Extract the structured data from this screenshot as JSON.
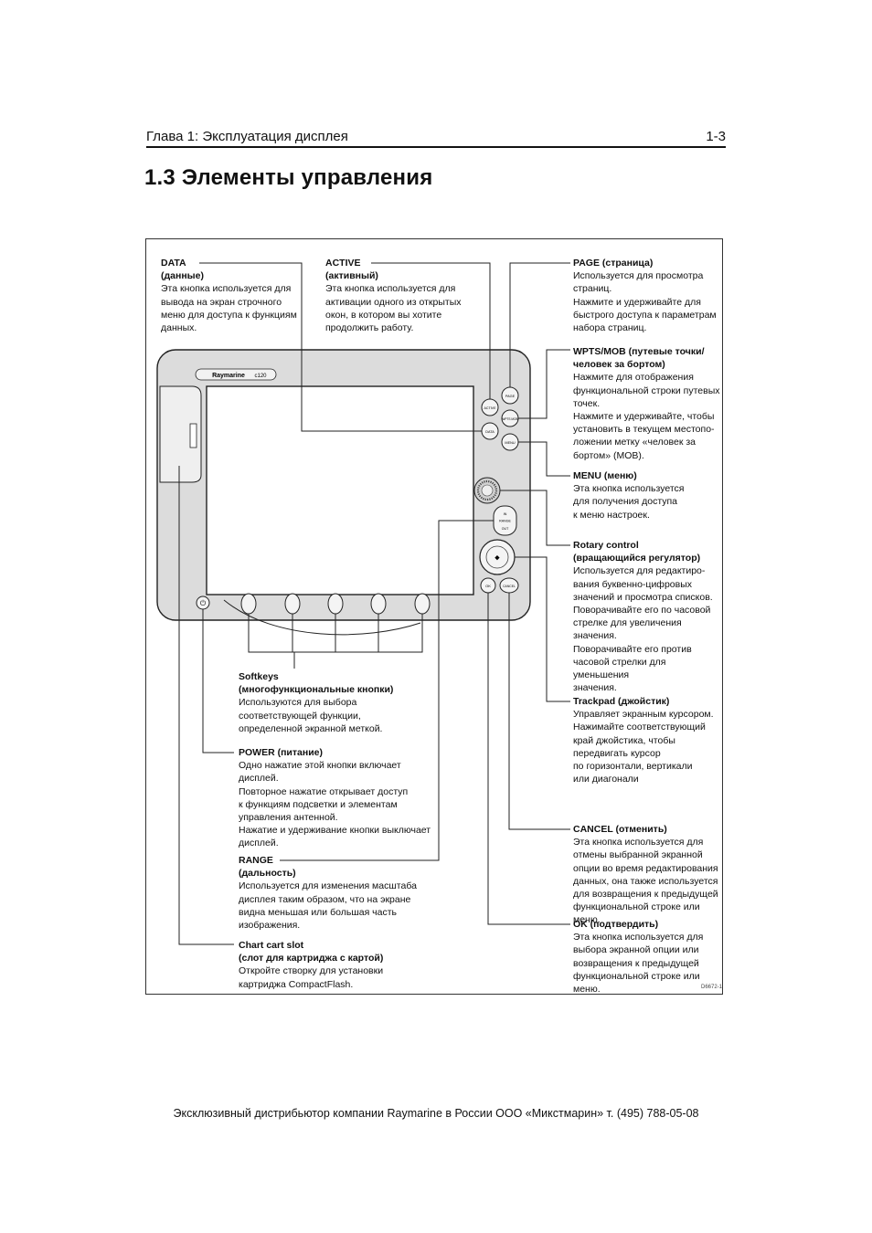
{
  "header": {
    "chapter": "Глава 1: Эксплуатация дисплея",
    "page_number": "1-3"
  },
  "section_title": "1.3  Элементы управления",
  "device": {
    "brand": "Raymarine",
    "model": "c120",
    "buttons": {
      "active": "ACTIVE",
      "page": "PAGE",
      "data": "DATA",
      "wpts_mob": "WPTS MOB",
      "menu": "MENU",
      "range_in": "IN",
      "range": "RANGE",
      "range_out": "OUT",
      "ok": "OK",
      "cancel": "CANCEL"
    }
  },
  "callouts": {
    "data": {
      "title": "DATA",
      "subtitle": "(данные)",
      "body": "Эта кнопка используется для\nвывода на экран строчного\nменю для доступа к функциям\nданных."
    },
    "active": {
      "title": "ACTIVE",
      "subtitle": "(активный)",
      "body": "Эта кнопка используется для\nактивации одного из открытых\nокон, в котором вы хотите\nпродолжить работу."
    },
    "page": {
      "title": "PAGE",
      "subtitle": "(страница)",
      "body": "Используется для просмотра\nстраниц.\nНажмите и удерживайте для\nбыстрого доступа к параметрам\nнабора страниц."
    },
    "wpts": {
      "title": "WPTS/MOB",
      "subtitle": "(путевые точки/\nчеловек за бортом)",
      "body": "Нажмите для отображения\nфункциональной строки путевых\nточек.\nНажмите и удерживайте, чтобы\nустановить в текущем местопо-\nложении метку «человек за\nбортом» (MOB)."
    },
    "menu": {
      "title": "MENU",
      "subtitle": "(меню)",
      "body": "Эта кнопка используется\nдля получения доступа\nк меню настроек."
    },
    "rotary": {
      "title": "Rotary control",
      "subtitle": "(вращающийся регулятор)",
      "body": "Используется для редактиро-\nвания буквенно-цифровых\nзначений и просмотра списков.\nПоворачивайте его по часовой\nстрелке для увеличения значения.\nПоворачивайте его против\nчасовой стрелки для уменьшения\nзначения."
    },
    "trackpad": {
      "title": "Trackpad",
      "subtitle": "(джойстик)",
      "body": "Управляет экранным курсором.\nНажимайте соответствующий\nкрай джойстика, чтобы\nпередвигать курсор\nпо горизонтали, вертикали\nили диагонали"
    },
    "cancel": {
      "title": "CANCEL",
      "subtitle": "(отменить)",
      "body": "Эта кнопка используется для\nотмены выбранной экранной\nопции во время редактирования\nданных, она также используется\nдля возвращения к предыдущей\nфункциональной строке или меню."
    },
    "ok": {
      "title": "OK",
      "subtitle": "(подтвердить)",
      "body": "Эта кнопка используется для\nвыбора экранной опции или\nвозвращения к предыдущей\nфункциональной строке или меню."
    },
    "softkeys": {
      "title": "Softkeys",
      "subtitle": "(многофункциональные кнопки)",
      "body": "Используются для выбора\nсоответствующей функции,\nопределенной экранной меткой."
    },
    "power": {
      "title": "POWER",
      "subtitle": "(питание)",
      "body": "Одно нажатие этой кнопки включает\nдисплей.\nПовторное нажатие открывает доступ\nк функциям подсветки и элементам\nуправления антенной.\nНажатие и удерживание кнопки выключает\nдисплей."
    },
    "range": {
      "title": "RANGE",
      "subtitle": "(дальность)",
      "body": "Используется для изменения масштаба\nдисплея таким образом, что на экране\nвидна меньшая или большая часть\nизображения."
    },
    "chartslot": {
      "title": "Chart cart slot",
      "subtitle": "(слот для картриджа с картой)",
      "body": "Откройте створку для установки\nкартриджа CompactFlash."
    }
  },
  "figure_code": "D6672-1",
  "footer": "Эксклюзивный дистрибьютор компании Raymarine в России ООО «Микстмарин» т. (495) 788-05-08"
}
